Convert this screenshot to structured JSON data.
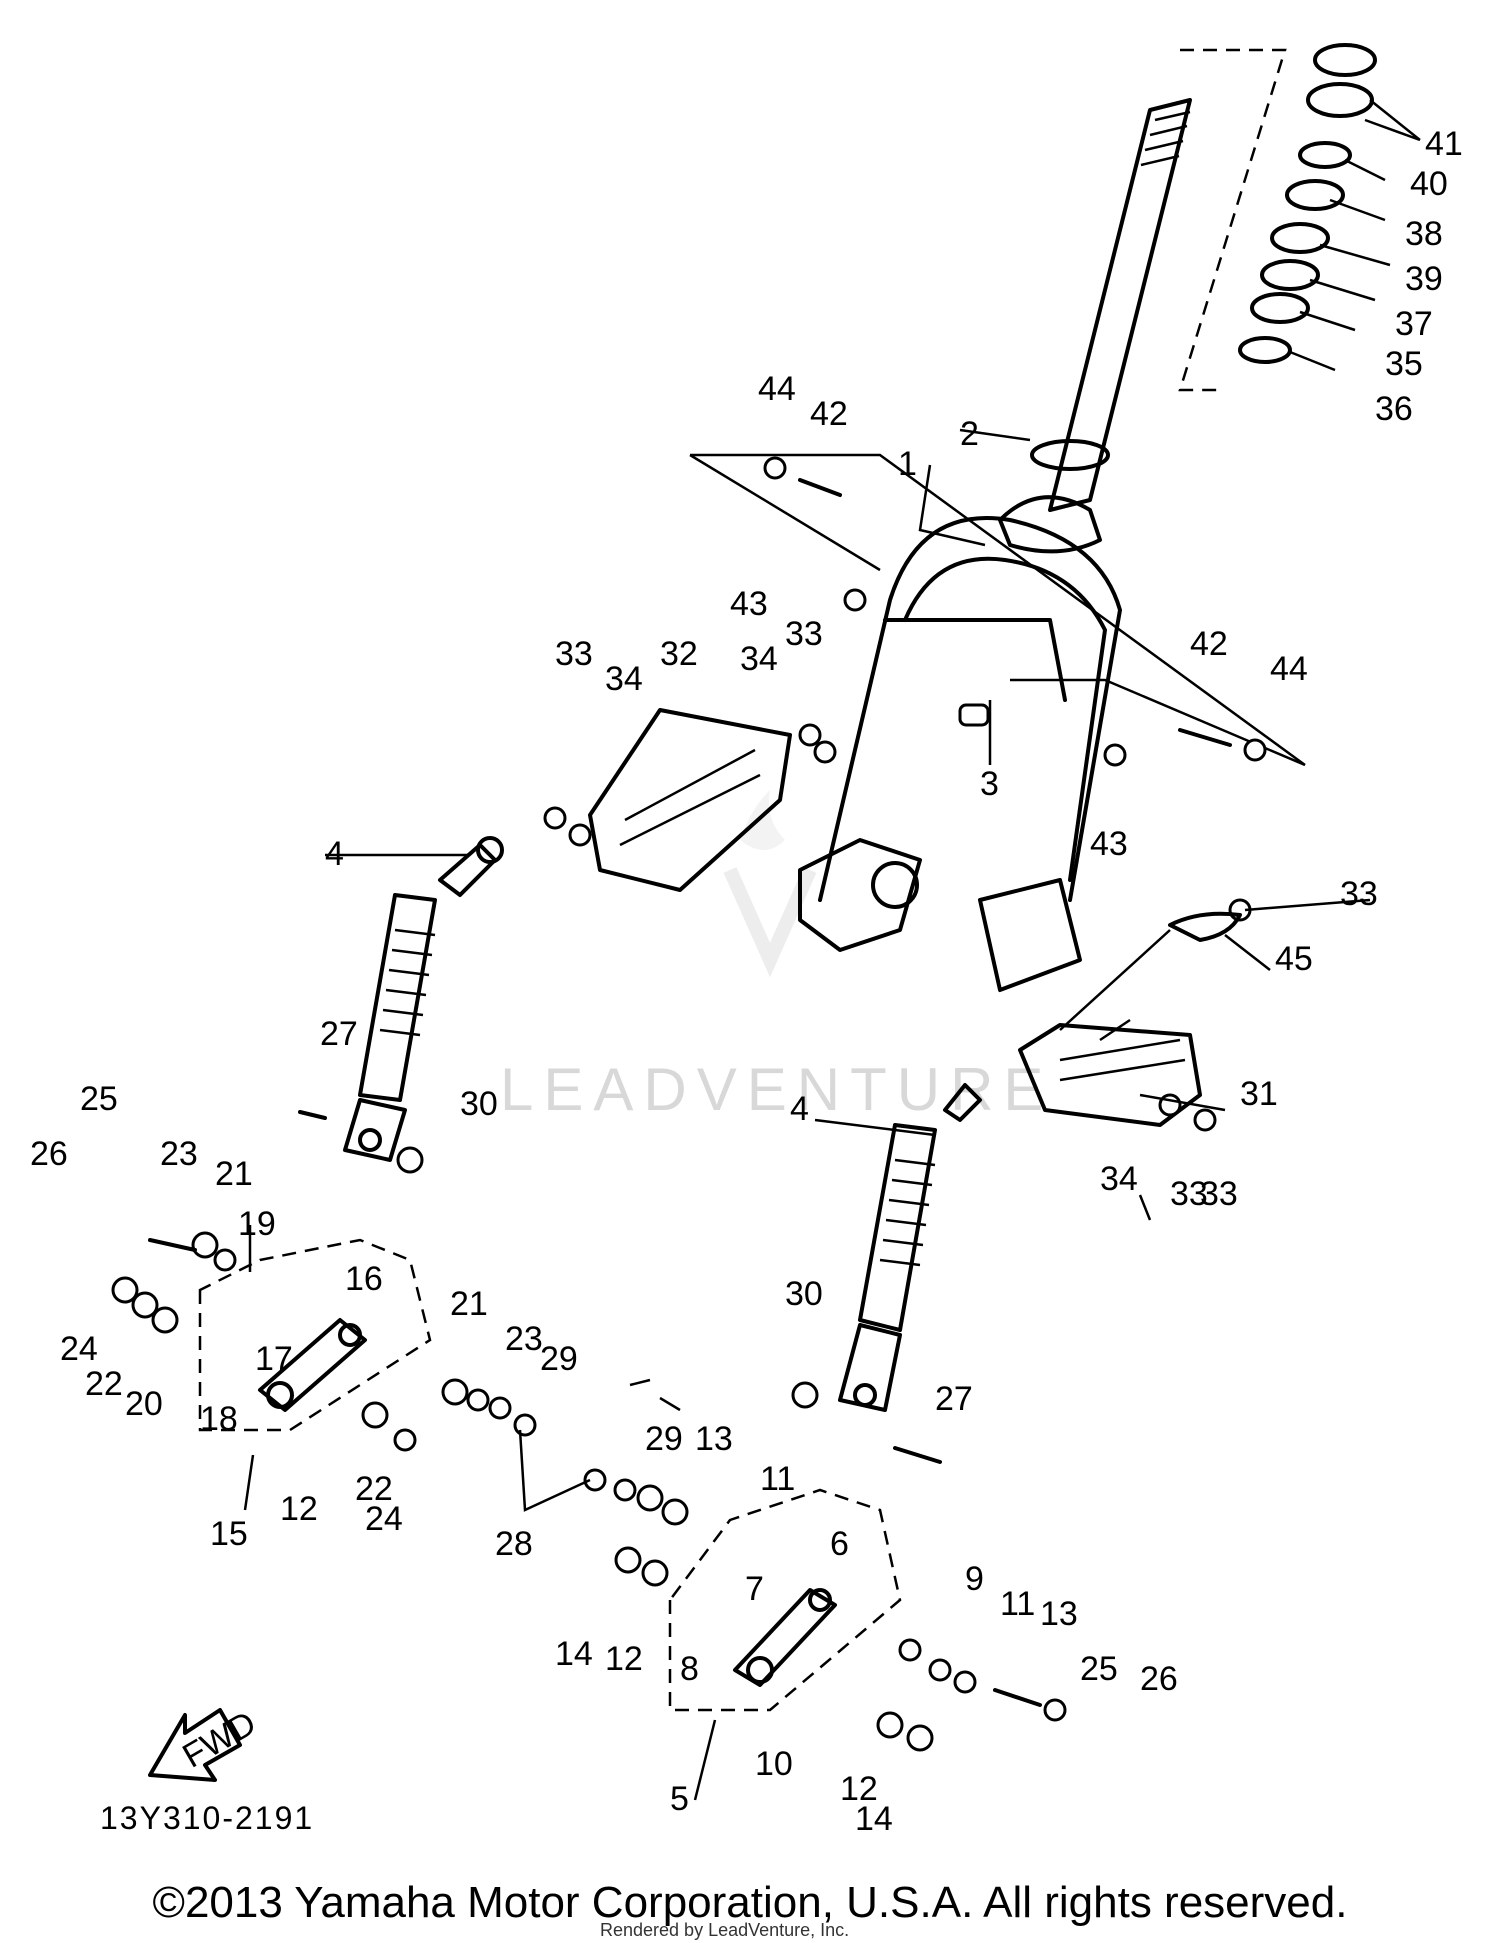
{
  "diagram": {
    "callouts": [
      "1",
      "2",
      "3",
      "4",
      "4",
      "5",
      "6",
      "7",
      "8",
      "9",
      "10",
      "11",
      "11",
      "12",
      "12",
      "12",
      "13",
      "13",
      "14",
      "14",
      "15",
      "16",
      "17",
      "18",
      "19",
      "20",
      "21",
      "21",
      "22",
      "22",
      "23",
      "23",
      "24",
      "24",
      "25",
      "25",
      "26",
      "26",
      "27",
      "27",
      "28",
      "29",
      "29",
      "30",
      "30",
      "31",
      "32",
      "33",
      "33",
      "33",
      "33",
      "33",
      "34",
      "34",
      "34",
      "35",
      "36",
      "37",
      "38",
      "39",
      "40",
      "41",
      "42",
      "42",
      "43",
      "43",
      "44",
      "44",
      "45"
    ],
    "fwd_label": "FWD",
    "ref_code": "13Y310-2191"
  },
  "watermark": {
    "brand": "LEADVENTURE"
  },
  "footer": {
    "copyright": "©2013 Yamaha Motor Corporation, U.S.A. All rights reserved.",
    "rendered_by": "Rendered by LeadVenture, Inc."
  }
}
